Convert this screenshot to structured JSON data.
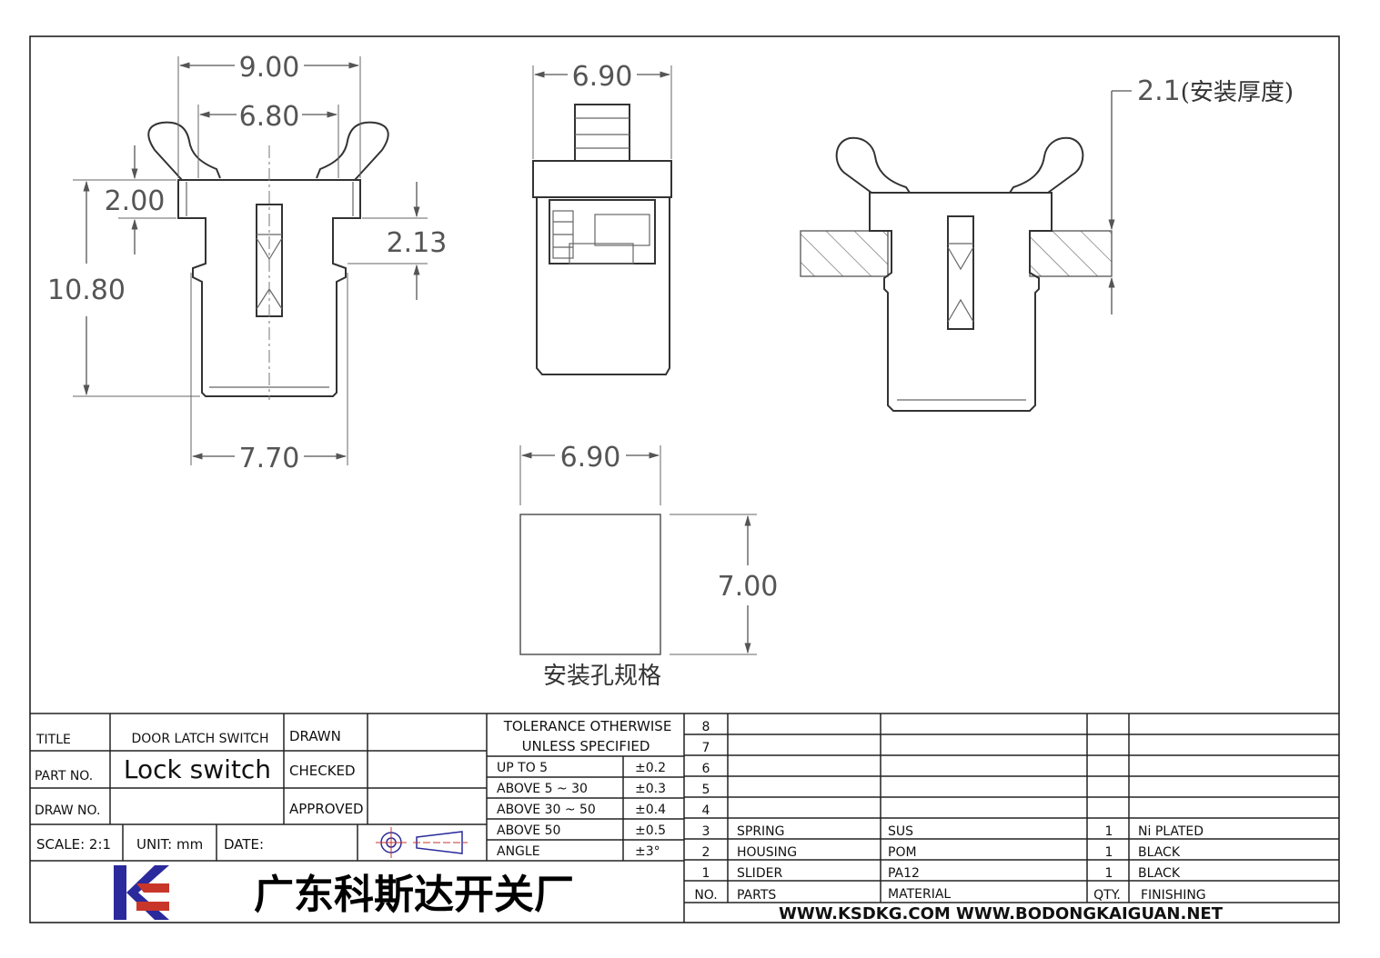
{
  "dimensions": {
    "front_width_top": "9.00",
    "front_inner_width": "6.80",
    "front_flange_height": "2.00",
    "front_total_height": "10.80",
    "front_step_height": "2.13",
    "front_body_width": "7.70",
    "side_width": "6.90",
    "hole_width": "6.90",
    "hole_height": "7.00",
    "panel_thickness": "2.1",
    "panel_thickness_note": "(安装厚度)",
    "hole_spec_label": "安装孔规格"
  },
  "title_block": {
    "title_label": "TITLE",
    "title_value": "DOOR  LATCH  SWITCH",
    "part_no_label": "PART  NO.",
    "part_no_value": "Lock switch",
    "draw_no_label": "DRAW  NO.",
    "drawn_label": "DRAWN",
    "checked_label": "CHECKED",
    "approved_label": "APPROVED",
    "scale": "SCALE:  2:1",
    "unit": "UNIT:  mm",
    "date": "DATE:",
    "tolerance_header_1": "TOLERANCE  OTHERWISE",
    "tolerance_header_2": "UNLESS  SPECIFIED",
    "tolerances": [
      {
        "range": "UP  TO  5",
        "value": "±0.2"
      },
      {
        "range": "ABOVE  5 ~ 30",
        "value": "±0.3"
      },
      {
        "range": "ABOVE  30 ~ 50",
        "value": "±0.4"
      },
      {
        "range": "ABOVE  50",
        "value": "±0.5"
      },
      {
        "range": "ANGLE",
        "value": "±3°"
      }
    ],
    "company": "广东科斯达开关厂",
    "websites": "WWW.KSDKG.COM    WWW.BODONGKAIGUAN.NET"
  },
  "bom": {
    "empty_rows": [
      "8",
      "7",
      "6",
      "5",
      "4"
    ],
    "rows": [
      {
        "no": "3",
        "part": "SPRING",
        "material": "SUS",
        "qty": "1",
        "finishing": "Ni  PLATED"
      },
      {
        "no": "2",
        "part": "HOUSING",
        "material": "POM",
        "qty": "1",
        "finishing": "BLACK"
      },
      {
        "no": "1",
        "part": "SLIDER",
        "material": "PA12",
        "qty": "1",
        "finishing": "BLACK"
      }
    ],
    "header": {
      "no": "NO.",
      "part": "PARTS",
      "material": "MATERIAL",
      "qty": "QTY.",
      "finishing": "FINISHING"
    }
  },
  "colors": {
    "logo_blue": "#2a2a9c",
    "logo_red": "#c8362a",
    "line": "#333333"
  }
}
